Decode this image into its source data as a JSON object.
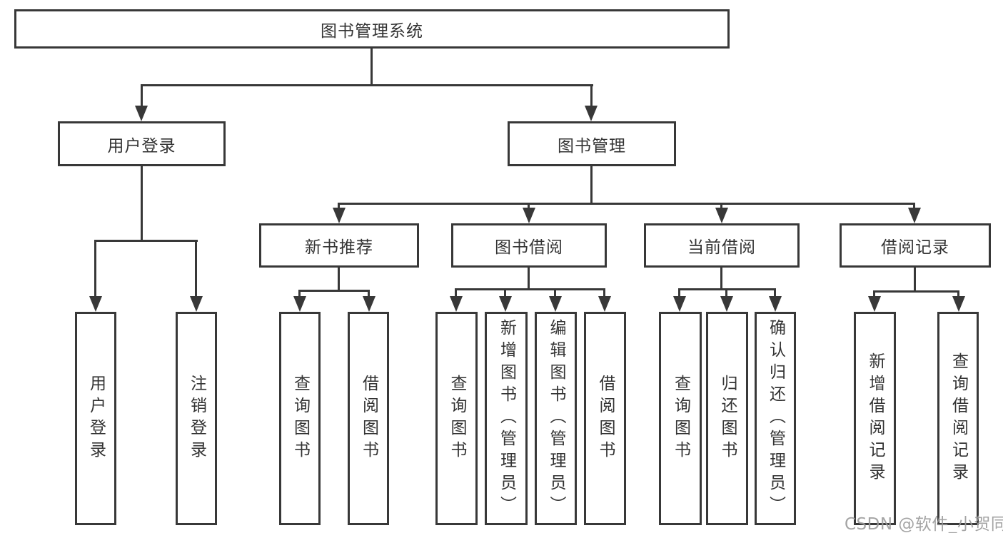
{
  "diagram": {
    "root": {
      "label": "图书管理系统"
    },
    "level2": [
      {
        "label": "用户登录"
      },
      {
        "label": "图书管理"
      }
    ],
    "level3": [
      {
        "label": "新书推荐",
        "parent": "图书管理"
      },
      {
        "label": "图书借阅",
        "parent": "图书管理"
      },
      {
        "label": "当前借阅",
        "parent": "图书管理"
      },
      {
        "label": "借阅记录",
        "parent": "图书管理"
      }
    ],
    "leaves": [
      {
        "label": "用户登录",
        "parent": "用户登录"
      },
      {
        "label": "注销登录",
        "parent": "用户登录"
      },
      {
        "label": "查询图书",
        "parent": "新书推荐"
      },
      {
        "label": "借阅图书",
        "parent": "新书推荐"
      },
      {
        "label": "查询图书",
        "parent": "图书借阅"
      },
      {
        "label": "新增图书（管理员）",
        "parent": "图书借阅"
      },
      {
        "label": "编辑图书（管理员）",
        "parent": "图书借阅"
      },
      {
        "label": "借阅图书",
        "parent": "图书借阅"
      },
      {
        "label": "查询图书",
        "parent": "当前借阅"
      },
      {
        "label": "归还图书",
        "parent": "当前借阅"
      },
      {
        "label": "确认归还（管理员）",
        "parent": "当前借阅"
      },
      {
        "label": "新增借阅记录",
        "parent": "借阅记录"
      },
      {
        "label": "查询借阅记录",
        "parent": "借阅记录"
      }
    ],
    "watermark": "CSDN @软件_小贺同学",
    "colors": {
      "line": "#383838",
      "text": "#333333",
      "watermark": "#9b9b9b",
      "background": "#ffffff"
    }
  }
}
